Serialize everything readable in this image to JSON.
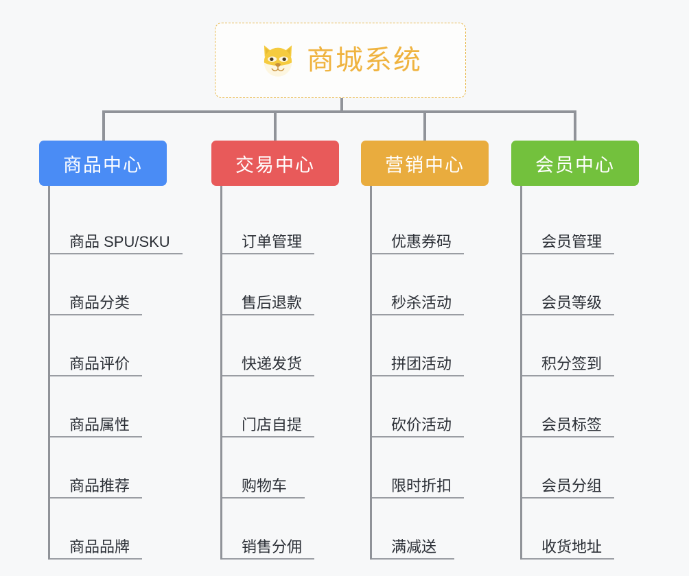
{
  "diagram": {
    "title": "商城系统",
    "root_icon": "shiba-inu-dog-face-icon",
    "root_border_color": "#e8b94d",
    "root_text_color": "#efb33f",
    "connector_color": "#909399",
    "background_color": "#f7f8f9",
    "columns": [
      {
        "header": "商品中心",
        "color": "#4a8cf5",
        "items": [
          "商品 SPU/SKU",
          "商品分类",
          "商品评价",
          "商品属性",
          "商品推荐",
          "商品品牌"
        ]
      },
      {
        "header": "交易中心",
        "color": "#e85a5a",
        "items": [
          "订单管理",
          "售后退款",
          "快递发货",
          "门店自提",
          "购物车",
          "销售分佣"
        ]
      },
      {
        "header": "营销中心",
        "color": "#e9ac3e",
        "items": [
          "优惠券码",
          "秒杀活动",
          "拼团活动",
          "砍价活动",
          "限时折扣",
          "满减送"
        ]
      },
      {
        "header": "会员中心",
        "color": "#73c13d",
        "items": [
          "会员管理",
          "会员等级",
          "积分签到",
          "会员标签",
          "会员分组",
          "收货地址"
        ]
      }
    ]
  }
}
